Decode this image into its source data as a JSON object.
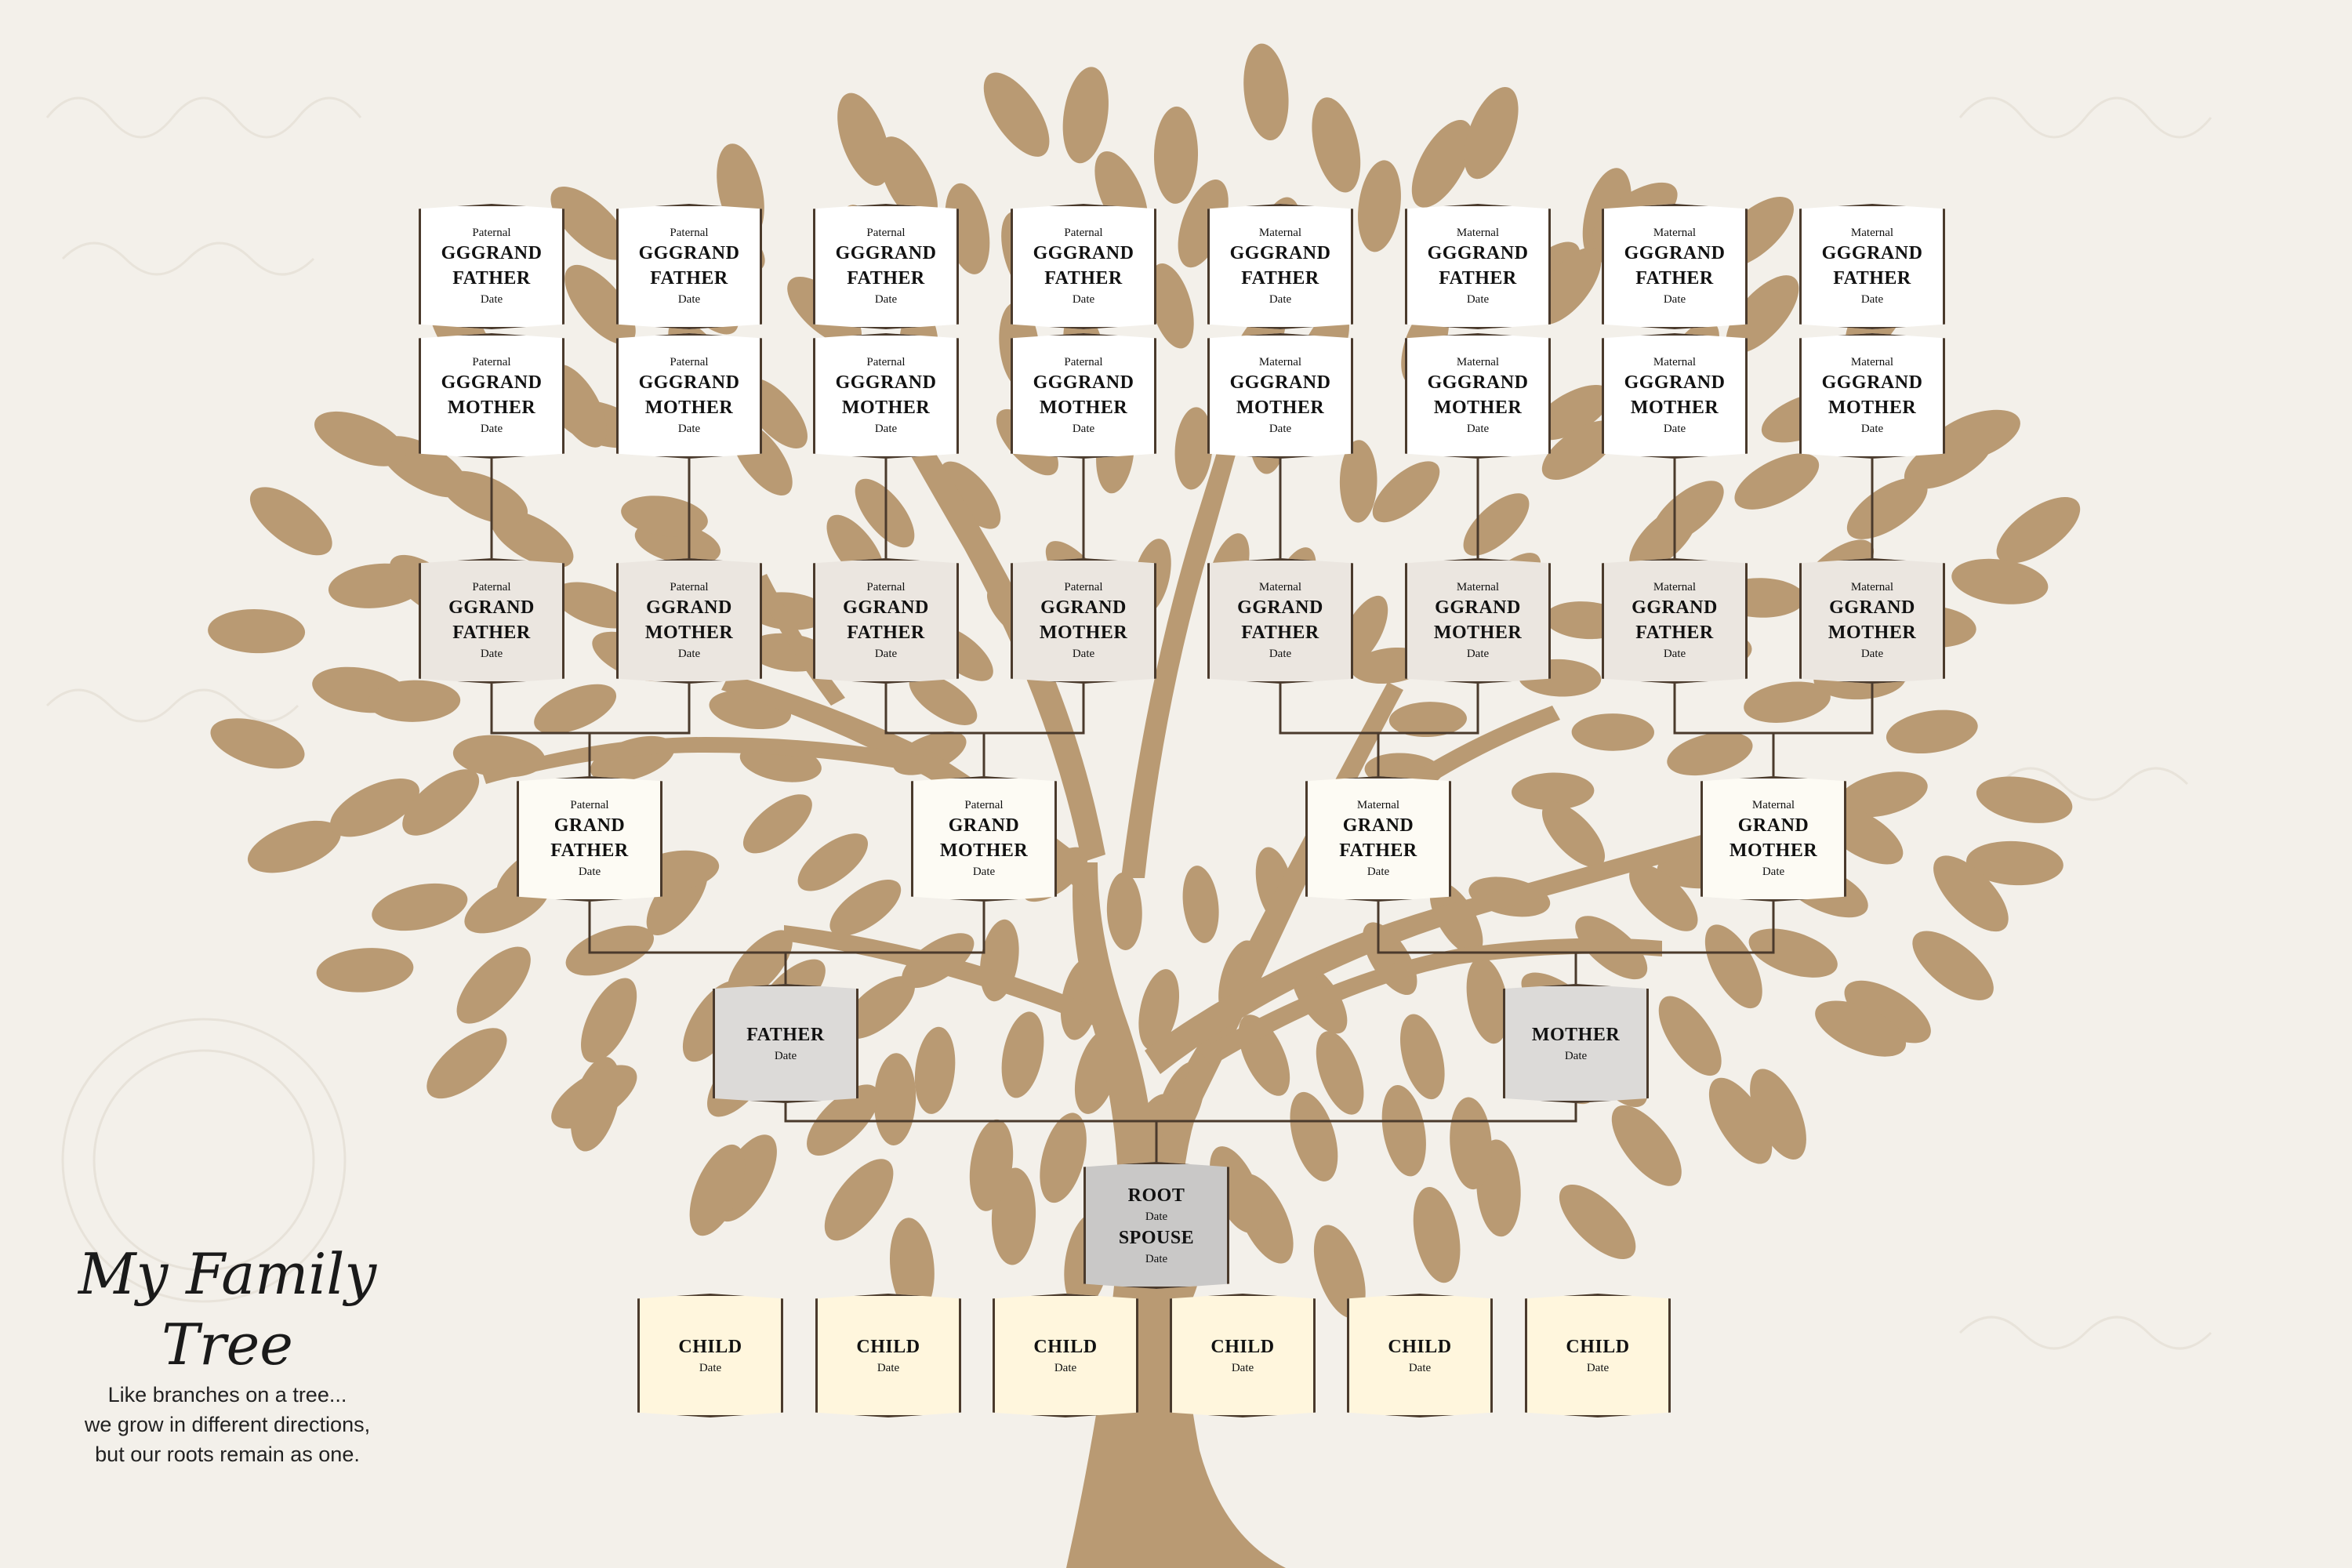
{
  "colors": {
    "background": "#f3f0ea",
    "tree": "#b99a73",
    "connector": "#4a3a2c",
    "card_border": "#4a3a2c"
  },
  "caption": {
    "title": "My Family Tree",
    "line1": "Like branches on a tree...",
    "line2": "we grow in different directions,",
    "line3": "but our roots remain as one."
  },
  "gggrandparents": [
    {
      "side": "Paternal",
      "line1": "GGGRAND",
      "line2": "FATHER",
      "date": "Date"
    },
    {
      "side": "Paternal",
      "line1": "GGGRAND",
      "line2": "FATHER",
      "date": "Date"
    },
    {
      "side": "Paternal",
      "line1": "GGGRAND",
      "line2": "FATHER",
      "date": "Date"
    },
    {
      "side": "Paternal",
      "line1": "GGGRAND",
      "line2": "FATHER",
      "date": "Date"
    },
    {
      "side": "Maternal",
      "line1": "GGGRAND",
      "line2": "FATHER",
      "date": "Date"
    },
    {
      "side": "Maternal",
      "line1": "GGGRAND",
      "line2": "FATHER",
      "date": "Date"
    },
    {
      "side": "Maternal",
      "line1": "GGGRAND",
      "line2": "FATHER",
      "date": "Date"
    },
    {
      "side": "Maternal",
      "line1": "GGGRAND",
      "line2": "FATHER",
      "date": "Date"
    },
    {
      "side": "Paternal",
      "line1": "GGGRAND",
      "line2": "MOTHER",
      "date": "Date"
    },
    {
      "side": "Paternal",
      "line1": "GGGRAND",
      "line2": "MOTHER",
      "date": "Date"
    },
    {
      "side": "Paternal",
      "line1": "GGGRAND",
      "line2": "MOTHER",
      "date": "Date"
    },
    {
      "side": "Paternal",
      "line1": "GGGRAND",
      "line2": "MOTHER",
      "date": "Date"
    },
    {
      "side": "Maternal",
      "line1": "GGGRAND",
      "line2": "MOTHER",
      "date": "Date"
    },
    {
      "side": "Maternal",
      "line1": "GGGRAND",
      "line2": "MOTHER",
      "date": "Date"
    },
    {
      "side": "Maternal",
      "line1": "GGGRAND",
      "line2": "MOTHER",
      "date": "Date"
    },
    {
      "side": "Maternal",
      "line1": "GGGRAND",
      "line2": "MOTHER",
      "date": "Date"
    }
  ],
  "ggrandparents": [
    {
      "side": "Paternal",
      "line1": "GGRAND",
      "line2": "FATHER",
      "date": "Date"
    },
    {
      "side": "Paternal",
      "line1": "GGRAND",
      "line2": "MOTHER",
      "date": "Date"
    },
    {
      "side": "Paternal",
      "line1": "GGRAND",
      "line2": "FATHER",
      "date": "Date"
    },
    {
      "side": "Paternal",
      "line1": "GGRAND",
      "line2": "MOTHER",
      "date": "Date"
    },
    {
      "side": "Maternal",
      "line1": "GGRAND",
      "line2": "FATHER",
      "date": "Date"
    },
    {
      "side": "Maternal",
      "line1": "GGRAND",
      "line2": "MOTHER",
      "date": "Date"
    },
    {
      "side": "Maternal",
      "line1": "GGRAND",
      "line2": "FATHER",
      "date": "Date"
    },
    {
      "side": "Maternal",
      "line1": "GGRAND",
      "line2": "MOTHER",
      "date": "Date"
    }
  ],
  "grandparents": [
    {
      "side": "Paternal",
      "line1": "GRAND",
      "line2": "FATHER",
      "date": "Date"
    },
    {
      "side": "Paternal",
      "line1": "GRAND",
      "line2": "MOTHER",
      "date": "Date"
    },
    {
      "side": "Maternal",
      "line1": "GRAND",
      "line2": "FATHER",
      "date": "Date"
    },
    {
      "side": "Maternal",
      "line1": "GRAND",
      "line2": "MOTHER",
      "date": "Date"
    }
  ],
  "parents": [
    {
      "line1": "FATHER",
      "date": "Date"
    },
    {
      "line1": "MOTHER",
      "date": "Date"
    }
  ],
  "root": {
    "line1": "ROOT",
    "date1": "Date",
    "line2": "SPOUSE",
    "date2": "Date"
  },
  "children": [
    {
      "line1": "CHILD",
      "date": "Date"
    },
    {
      "line1": "CHILD",
      "date": "Date"
    },
    {
      "line1": "CHILD",
      "date": "Date"
    },
    {
      "line1": "CHILD",
      "date": "Date"
    },
    {
      "line1": "CHILD",
      "date": "Date"
    },
    {
      "line1": "CHILD",
      "date": "Date"
    }
  ]
}
